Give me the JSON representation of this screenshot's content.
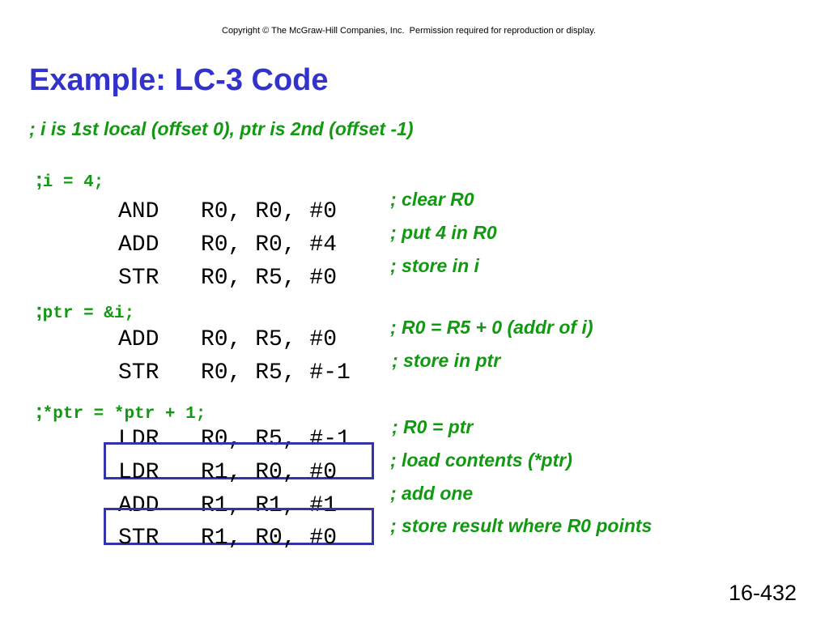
{
  "copyright": "Copyright © The McGraw-Hill Companies, Inc.  Permission required for reproduction or display.",
  "title": "Example: LC-3 Code",
  "intro_comment": "; i is 1st local (offset 0), ptr is 2nd (offset -1)",
  "sections": [
    {
      "header_semicolon": ";",
      "header_code": "i = 4;",
      "lines": [
        {
          "op": "AND",
          "args": "R0, R0, #0",
          "comment": "; clear R0"
        },
        {
          "op": "ADD",
          "args": "R0, R0, #4",
          "comment": "; put 4 in R0"
        },
        {
          "op": "STR",
          "args": "R0, R5, #0",
          "comment": "; store in i"
        }
      ]
    },
    {
      "header_semicolon": ";",
      "header_code": "ptr = &i;",
      "lines": [
        {
          "op": "ADD",
          "args": "R0, R5, #0",
          "comment": "; R0 = R5 + 0 (addr of i)"
        },
        {
          "op": "STR",
          "args": "R0, R5, #-1",
          "comment": "; store in ptr"
        }
      ]
    },
    {
      "header_semicolon": ";",
      "header_code": "*ptr = *ptr + 1;",
      "lines": [
        {
          "op": "LDR",
          "args": "R0, R5, #-1",
          "comment": "; R0 = ptr"
        },
        {
          "op": "LDR",
          "args": "R1, R0, #0",
          "comment": "; load contents (*ptr)",
          "highlighted": true
        },
        {
          "op": "ADD",
          "args": "R1, R1, #1",
          "comment": "; add one"
        },
        {
          "op": "STR",
          "args": "R1, R0, #0",
          "comment": "; store result where R0 points",
          "highlighted": true
        }
      ]
    }
  ],
  "page_number": "16-432",
  "colors": {
    "title": "#3333cc",
    "comment": "#119911",
    "highlight_border": "#3333aa"
  }
}
